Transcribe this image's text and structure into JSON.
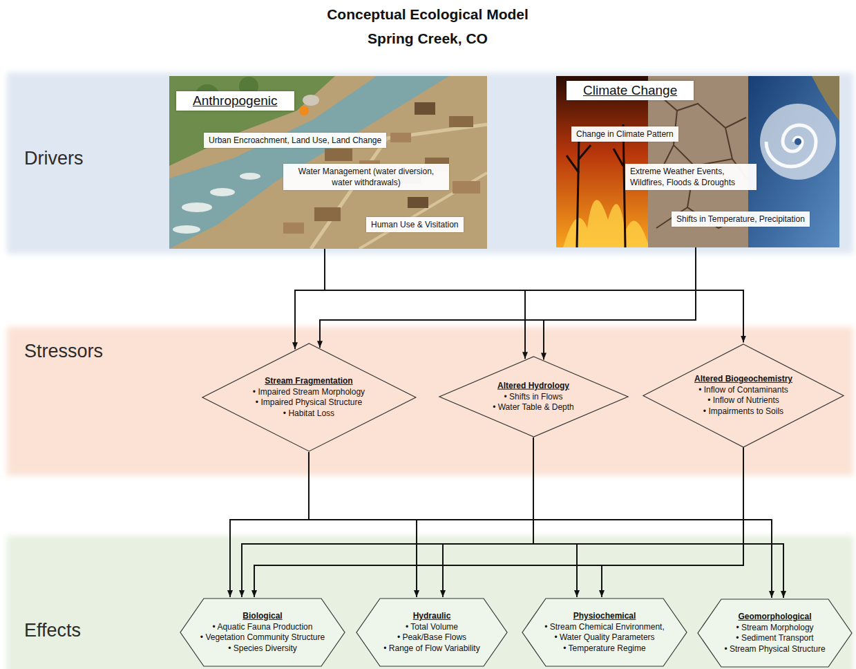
{
  "diagram": {
    "title": "Conceptual Ecological Model Spring Creek, CO",
    "nodes": [
      {
        "text": [
          "Drivers"
        ]
      },
      {
        "text": [
          "Anthropogenic"
        ],
        "in": 0
      },
      {
        "text": [
          "Urban Encroachment, Land Use, Land Change"
        ],
        "in": 1
      },
      {
        "text": [
          "Water Management (water diversion, water withdrawals)"
        ],
        "in": 1
      },
      {
        "text": [
          "Human Use & Visitation"
        ],
        "in": 1
      },
      {
        "text": [
          "Climate Change"
        ],
        "in": 0
      },
      {
        "text": [
          "Change in Climate Pattern"
        ],
        "in": 5
      },
      {
        "text": [
          "Extreme Weather Events, Wildfires, Floods & Droughts"
        ],
        "in": 5
      },
      {
        "text": [
          "Shifts in Temperature, Precipitation"
        ],
        "in": 5
      },
      {
        "text": [
          "Stressors"
        ]
      },
      {
        "text": [
          "Stream Fragmentation",
          "• Impaired Stream Morphology",
          "• Impaired Physical Structure",
          "• Habitat Loss"
        ],
        "in": 9
      },
      {
        "text": [
          "Altered Hydrology",
          "• Shifts in Flows",
          "• Water Table & Depth"
        ],
        "in": 9
      },
      {
        "text": [
          "Altered Biogeochemistry",
          "• Inflow of Contaminants",
          "• Inflow of Nutrients",
          "• Impairments to Soils"
        ],
        "in": 9
      },
      {
        "text": [
          "Effects"
        ]
      },
      {
        "text": [
          "Biological",
          "• Aquatic Fauna Production",
          "• Vegetation Community Structure",
          "• Species Diversity"
        ],
        "in": 13
      },
      {
        "text": [
          "Hydraulic",
          "• Total Volume",
          "• Peak/Base Flows",
          "• Range of Flow Variability"
        ],
        "in": 13
      },
      {
        "text": [
          "Physiochemical",
          "• Stream Chemical Environment,",
          "• Water Quality Parameters",
          "• Temperature Regime"
        ],
        "in": 13
      },
      {
        "text": [
          "Geomorphological",
          "• Stream Morphology",
          "• Sediment Transport",
          "• Stream Physical Structure"
        ],
        "in": 13
      }
    ],
    "edges": [
      {
        "from": 1,
        "to": 10,
        "arrow": "to"
      },
      {
        "from": 1,
        "to": 11,
        "arrow": "to"
      },
      {
        "from": 1,
        "to": 12,
        "arrow": "to"
      },
      {
        "from": 5,
        "to": 10,
        "arrow": "to"
      },
      {
        "from": 5,
        "to": 11,
        "arrow": "to"
      },
      {
        "from": 10,
        "to": 14,
        "arrow": "to"
      },
      {
        "from": 10,
        "to": 15,
        "arrow": "to"
      },
      {
        "from": 10,
        "to": 17,
        "arrow": "to"
      },
      {
        "from": 11,
        "to": 14,
        "arrow": "to"
      },
      {
        "from": 11,
        "to": 15,
        "arrow": "to"
      },
      {
        "from": 11,
        "to": 16,
        "arrow": "to"
      },
      {
        "from": 11,
        "to": 17,
        "arrow": "to"
      },
      {
        "from": 12,
        "to": 14,
        "arrow": "to"
      },
      {
        "from": 12,
        "to": 16,
        "arrow": "to"
      }
    ]
  }
}
